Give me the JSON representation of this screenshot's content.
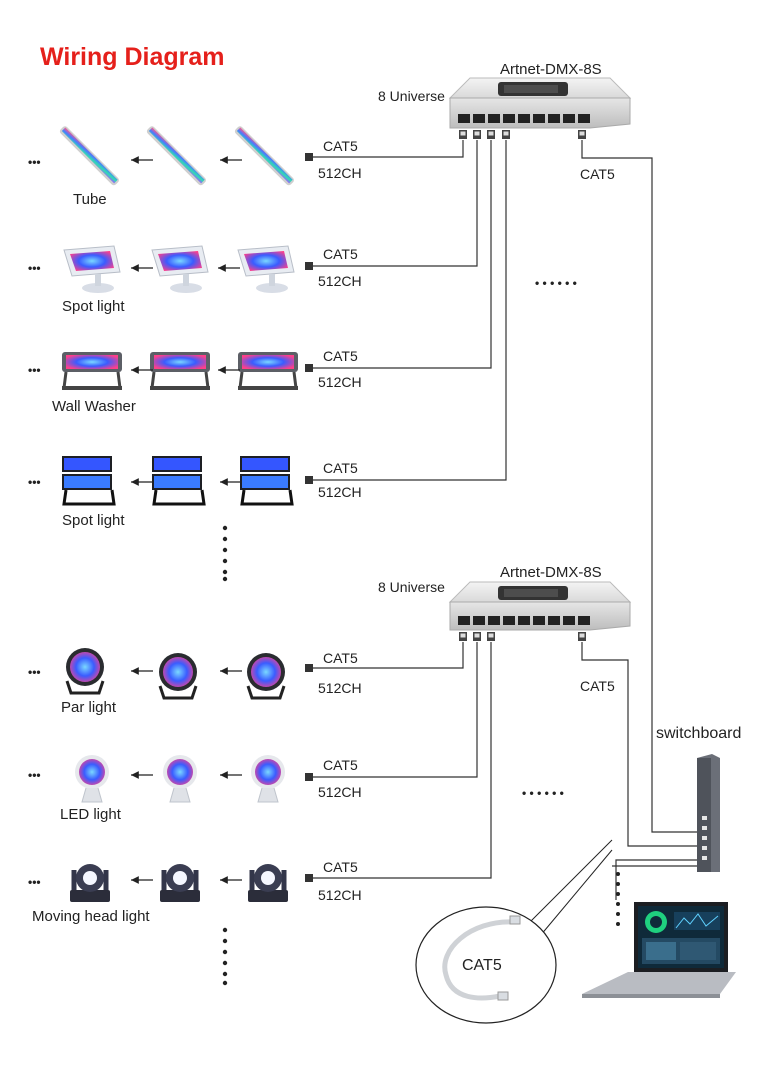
{
  "title": "Wiring Diagram",
  "title_color": "#e5201b",
  "controllers": [
    {
      "model": "Artnet-DMX-8S",
      "universe_label": "8 Universe",
      "uplink_label": "CAT5"
    },
    {
      "model": "Artnet-DMX-8S",
      "universe_label": "8 Universe",
      "uplink_label": "CAT5"
    }
  ],
  "rows": [
    {
      "fixture": "Tube",
      "fixture_icon": "led-tube-icon",
      "cable": "CAT5",
      "channels": "512CH",
      "ellipsis": "•••"
    },
    {
      "fixture": "Spot light",
      "fixture_icon": "spot-light-icon",
      "cable": "CAT5",
      "channels": "512CH",
      "ellipsis": "•••"
    },
    {
      "fixture": "Wall Washer",
      "fixture_icon": "wall-washer-icon",
      "cable": "CAT5",
      "channels": "512CH",
      "ellipsis": "•••"
    },
    {
      "fixture": "Spot light",
      "fixture_icon": "flood-light-icon",
      "cable": "CAT5",
      "channels": "512CH",
      "ellipsis": "•••"
    },
    {
      "fixture": "Par light",
      "fixture_icon": "par-light-icon",
      "cable": "CAT5",
      "channels": "512CH",
      "ellipsis": "•••"
    },
    {
      "fixture": "LED light",
      "fixture_icon": "led-light-icon",
      "cable": "CAT5",
      "channels": "512CH",
      "ellipsis": "•••"
    },
    {
      "fixture": "Moving head light",
      "fixture_icon": "moving-head-icon",
      "cable": "CAT5",
      "channels": "512CH",
      "ellipsis": "•••"
    }
  ],
  "switch_label": "switchboard",
  "cable_callout_label": "CAT5",
  "more_symbol": "• • • • • •",
  "colors": {
    "cable": "#333333",
    "rgb_leds": [
      "#ff3b6b",
      "#3b7bff",
      "#2ee6a6",
      "#b44cff"
    ]
  }
}
